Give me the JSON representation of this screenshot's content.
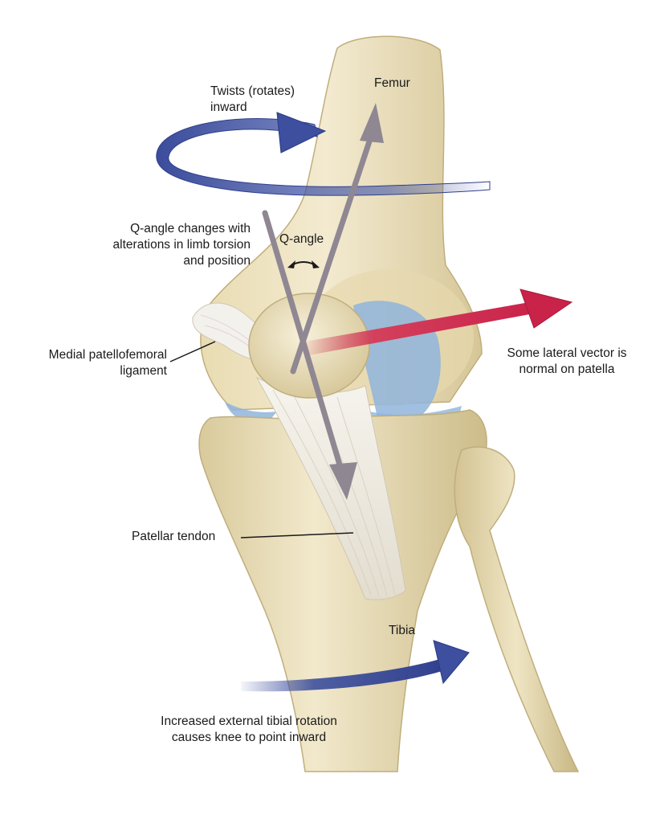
{
  "labels": {
    "femur": "Femur",
    "twists": [
      "Twists (rotates)",
      "inward"
    ],
    "q_angle_changes": [
      "Q-angle changes with",
      "alterations in limb torsion",
      "and position"
    ],
    "q_angle": "Q-angle",
    "medial_ligament": [
      "Medial patellofemoral",
      "ligament"
    ],
    "lateral_vector": [
      "Some lateral vector is",
      "normal on patella"
    ],
    "patellar_tendon": "Patellar tendon",
    "tibia": "Tibia",
    "external_rotation": [
      "Increased external tibial rotation",
      "causes knee to point inward"
    ]
  },
  "colors": {
    "bone": "#eee3bf",
    "bone_shadow": "#c9b98a",
    "cartilage": "#8fb4dc",
    "rotation_arrow": "#3d4f9e",
    "lateral_arrow": "#cf2f4e",
    "vector_arrow": "#8f8792",
    "tendon": "#f1efe9"
  }
}
